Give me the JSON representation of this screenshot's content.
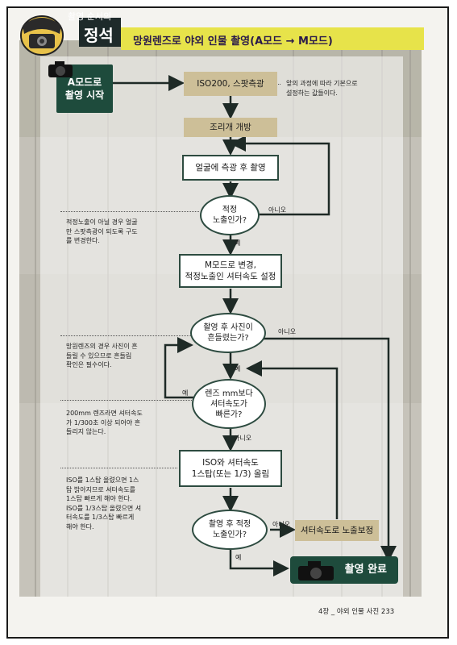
{
  "header": {
    "series_small": "촬영 순서의",
    "series_big": "정석",
    "title": "망원렌즈로 야외 인물 촬영(A모드 → M모드)"
  },
  "flow": {
    "start": "A모드로\n촬영 시작",
    "iso": "ISO200, 스팟측광",
    "aperture": "조리개 개방",
    "meter": "얼굴에 측광 후 촬영",
    "q_exposure": "적정\n노출인가?",
    "m_mode": "M모드로 변경,\n적정노출인 셔터속도 설정",
    "q_shake": "촬영 후 사진이\n흔들렸는가?",
    "q_lens": "렌즈 mm보다\n셔터속도가\n빠른가?",
    "iso_up": "ISO와 셔터속도\n1스탑(또는 1/3) 올림",
    "q_final": "촬영 후 적정\n노출인가?",
    "shutter_fix": "셔터속도로 노출보정",
    "done": "촬영 완료"
  },
  "labels": {
    "no": "아니오",
    "yes": "예"
  },
  "notes": {
    "n1": "앞의 과정에 따라 기본으로\n설정하는 값들이다.",
    "n2": "적정노출이 아닐 경우 얼굴\n만 스팟측광이 되도록 구도\n를 변경한다.",
    "n3": "망원렌즈의 경우 사진이 흔\n들릴 수 있으므로 흔들림\n확인은 필수이다.",
    "n4": "200mm 렌즈라면 셔터속도\n가 1/300초 이상 되어야 흔\n들리지 않는다.",
    "n5": "ISO를 1스탑 올렸으면 1스\n탑 밝아지므로 셔터속도를\n1스탑 빠르게 해야 한다.\nISO를 1/3스탑 올렸으면 셔\n터속도를 1/3스탑 빠르게\n해야 한다."
  },
  "footer": "4장 _ 야외 인물 사진  233",
  "colors": {
    "header_yellow": "#e7e34a",
    "box_tan": "#cdbf98",
    "box_green": "#1e4b3c",
    "outline": "#2d4b40"
  }
}
